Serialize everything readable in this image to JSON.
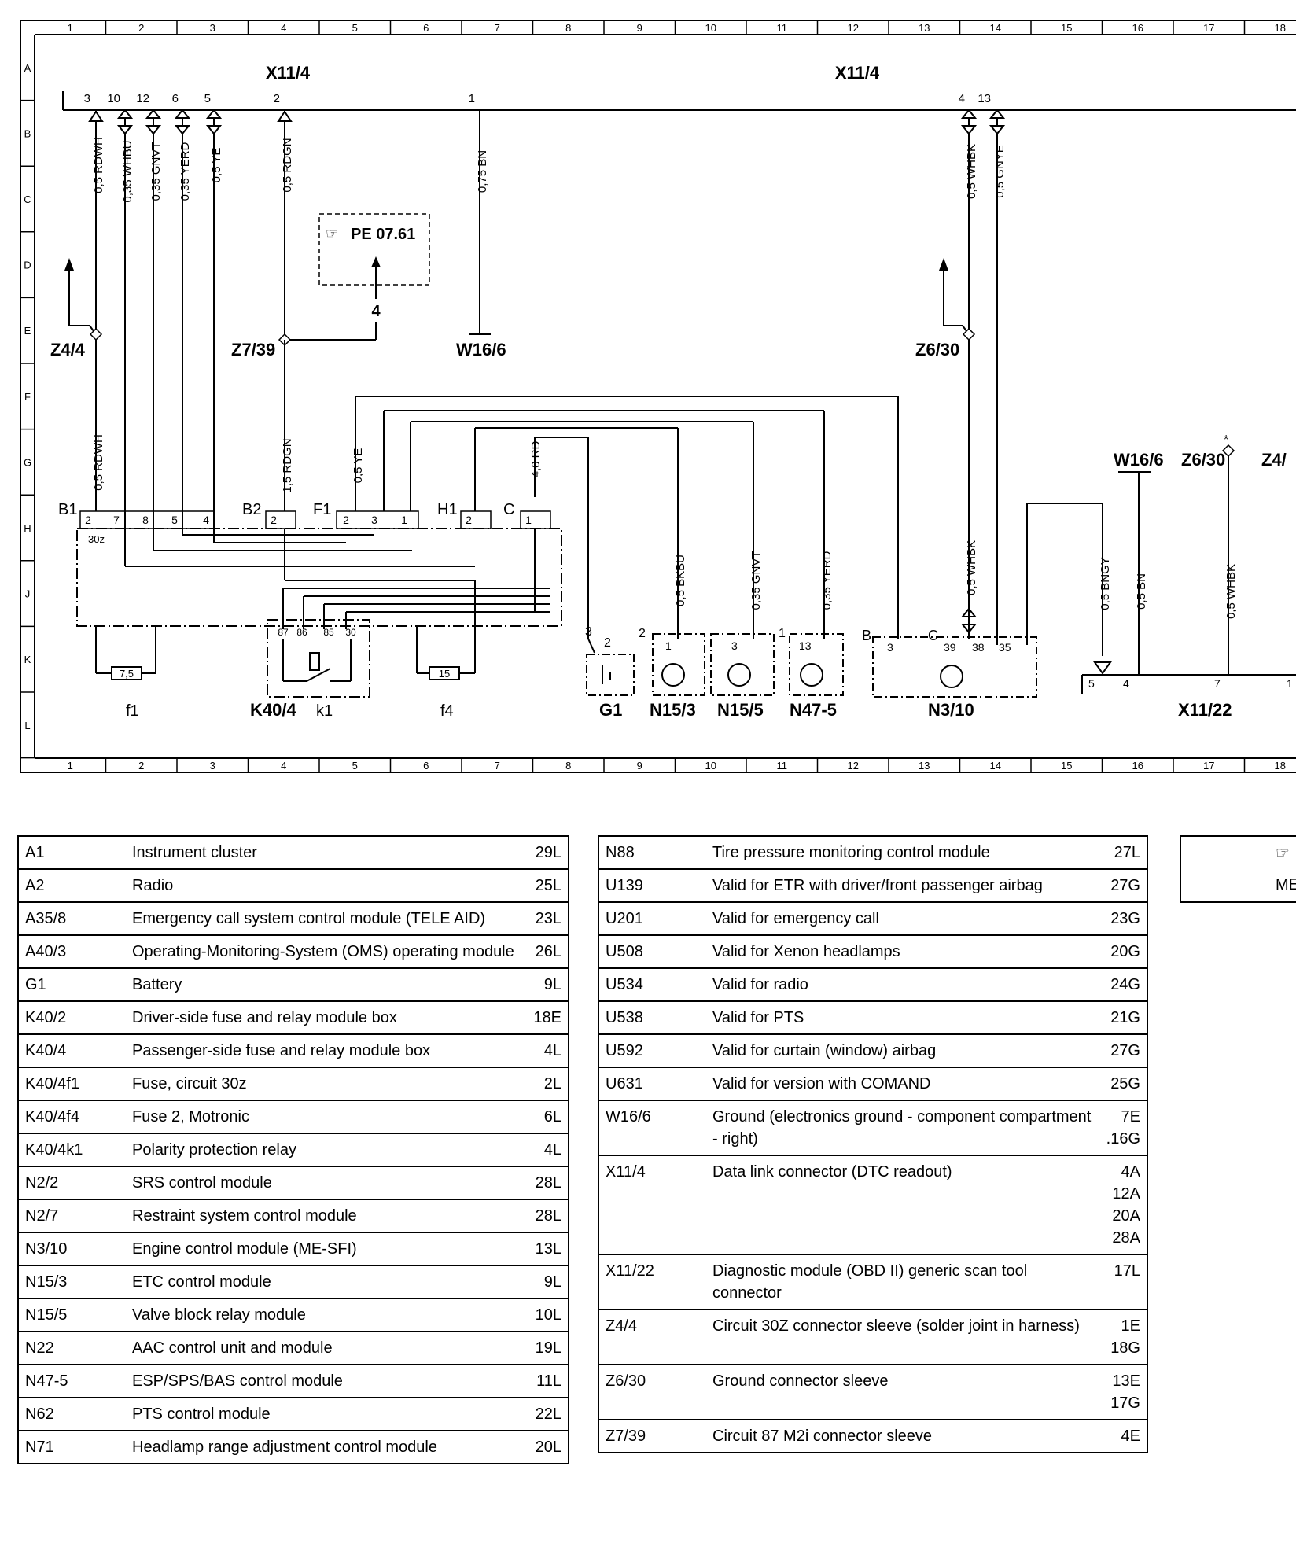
{
  "grid": {
    "cols": [
      "1",
      "2",
      "3",
      "4",
      "5",
      "6",
      "7",
      "8",
      "9",
      "10",
      "11",
      "12",
      "13",
      "14",
      "15",
      "16",
      "17",
      "18"
    ],
    "rows": [
      "A",
      "B",
      "C",
      "D",
      "E",
      "F",
      "G",
      "H",
      "J",
      "K",
      "L"
    ]
  },
  "connectors": {
    "x11_4_left": "X11/4",
    "x11_4_right": "X11/4",
    "x11_22": "X11/22",
    "pe_ref": "PE 07.61",
    "pe_ref_num": "4"
  },
  "pins_top": [
    {
      "pin": "3",
      "wire": "0,5 RDWH"
    },
    {
      "pin": "10",
      "wire": "0,35 WHBU"
    },
    {
      "pin": "12",
      "wire": "0,35 GNVT"
    },
    {
      "pin": "6",
      "wire": "0,35 YERD"
    },
    {
      "pin": "5",
      "wire": "0,5 YE"
    },
    {
      "pin": "2",
      "wire": "0,5 RDGN"
    },
    {
      "pin": "1",
      "wire": "0,75 BN"
    },
    {
      "pin": "4",
      "wire": "0,5 WHBK"
    },
    {
      "pin": "13",
      "wire": "0,5 GNYE"
    }
  ],
  "splices": {
    "z4_4": "Z4/4",
    "z7_39": "Z7/39",
    "w16_6": "W16/6",
    "z6_30": "Z6/30",
    "w16_6_right": "W16/6",
    "z6_30_right": "Z6/30",
    "z4_right": "Z4/",
    "asterisk": "*"
  },
  "fusebox": {
    "b1": "B1",
    "b2": "B2",
    "f1": "F1",
    "h1": "H1",
    "c": "C",
    "b1_pins": [
      "2",
      "7",
      "8",
      "5",
      "4"
    ],
    "b2_pins": [
      "2"
    ],
    "f1_pins": [
      "2",
      "3",
      "1"
    ],
    "h1_pins": [
      "2"
    ],
    "c_pins": [
      "1"
    ],
    "label_30z": "30z",
    "wire_b1": "0,5 RDWH",
    "wire_b2": "1,5 RDGN",
    "wire_f1": "0,5 YE",
    "wire_c": "4,0 RD",
    "fuse_f1": "7,5",
    "fuse_f4": "15",
    "label_f1": "f1",
    "label_k1": "k1",
    "label_f4": "f4",
    "label_k40": "K40/4",
    "relay_pins": [
      "87",
      "86",
      "85",
      "30"
    ]
  },
  "modules": {
    "g1": {
      "name": "G1",
      "pins": [
        "3",
        "2"
      ]
    },
    "n15_3": {
      "name": "N15/3",
      "pin": "2",
      "inner": "1",
      "wire": "0,5 BKBU"
    },
    "n15_5": {
      "name": "N15/5",
      "inner": "3",
      "wire": "0,35 GNVT"
    },
    "n47_5": {
      "name": "N47-5",
      "pin": "1",
      "inner": "13",
      "wire": "0,35 YERD"
    },
    "n3_10": {
      "name": "N3/10",
      "b": "B",
      "c": "C",
      "inner": [
        "3",
        "39",
        "38",
        "35"
      ],
      "wire": "0,5 WHBK"
    },
    "x11_22_pins": [
      "5",
      "4",
      "7",
      "1"
    ],
    "x11_22_wires": [
      "0,5 BNGY",
      "0,5 BN",
      "0,5 WHBK"
    ]
  },
  "legend_left": [
    {
      "code": "A1",
      "desc": "Instrument cluster",
      "loc": "29L"
    },
    {
      "code": "A2",
      "desc": "Radio",
      "loc": "25L"
    },
    {
      "code": "A35/8",
      "desc": "Emergency call system control module (TELE AID)",
      "loc": "23L"
    },
    {
      "code": "A40/3",
      "desc": "Operating-Monitoring-System (OMS) operating module",
      "loc": "26L"
    },
    {
      "code": "G1",
      "desc": "Battery",
      "loc": "9L"
    },
    {
      "code": "K40/2",
      "desc": "Driver-side fuse and relay module box",
      "loc": "18E"
    },
    {
      "code": "K40/4",
      "desc": "Passenger-side fuse and relay module box",
      "loc": "4L"
    },
    {
      "code": "K40/4f1",
      "desc": "Fuse, circuit 30z",
      "loc": "2L"
    },
    {
      "code": "K40/4f4",
      "desc": "Fuse 2, Motronic",
      "loc": "6L"
    },
    {
      "code": "K40/4k1",
      "desc": "Polarity protection relay",
      "loc": "4L"
    },
    {
      "code": "N2/2",
      "desc": "SRS control module",
      "loc": "28L"
    },
    {
      "code": "N2/7",
      "desc": "Restraint system control module",
      "loc": "28L"
    },
    {
      "code": "N3/10",
      "desc": "Engine control module (ME-SFI)",
      "loc": "13L"
    },
    {
      "code": "N15/3",
      "desc": "ETC control module",
      "loc": "9L"
    },
    {
      "code": "N15/5",
      "desc": "Valve block relay module",
      "loc": "10L"
    },
    {
      "code": "N22",
      "desc": "AAC control unit and module",
      "loc": "19L"
    },
    {
      "code": "N47-5",
      "desc": "ESP/SPS/BAS control module",
      "loc": "11L"
    },
    {
      "code": "N62",
      "desc": "PTS control module",
      "loc": "22L"
    },
    {
      "code": "N71",
      "desc": "Headlamp range adjustment control module",
      "loc": "20L"
    }
  ],
  "legend_right": [
    {
      "code": "N88",
      "desc": "Tire pressure monitoring control module",
      "loc": "27L"
    },
    {
      "code": "U139",
      "desc": "Valid for ETR with driver/front passenger airbag",
      "loc": "27G"
    },
    {
      "code": "U201",
      "desc": "Valid for emergency call",
      "loc": "23G"
    },
    {
      "code": "U508",
      "desc": "Valid for Xenon headlamps",
      "loc": "20G"
    },
    {
      "code": "U534",
      "desc": "Valid for radio",
      "loc": "24G"
    },
    {
      "code": "U538",
      "desc": "Valid for PTS",
      "loc": "21G"
    },
    {
      "code": "U592",
      "desc": "Valid for curtain (window) airbag",
      "loc": "27G"
    },
    {
      "code": "U631",
      "desc": "Valid for version with COMAND",
      "loc": "25G"
    },
    {
      "code": "W16/6",
      "desc": "Ground (electronics ground - component compartment - right)",
      "loc": "7E .16G"
    },
    {
      "code": "X11/4",
      "desc": "Data link connector (DTC readout)",
      "loc": "4A 12A 20A 28A"
    },
    {
      "code": "X11/22",
      "desc": "Diagnostic module (OBD II) generic scan tool connector",
      "loc": "17L"
    },
    {
      "code": "Z4/4",
      "desc": "Circuit 30Z connector sleeve (solder joint in harness)",
      "loc": "1E 18G"
    },
    {
      "code": "Z6/30",
      "desc": "Ground connector sleeve",
      "loc": "13E 17G"
    },
    {
      "code": "Z7/39",
      "desc": "Circuit 87 M2i connector sleeve",
      "loc": "4E"
    }
  ],
  "ref_box": {
    "line1": "",
    "line2": "ME"
  }
}
